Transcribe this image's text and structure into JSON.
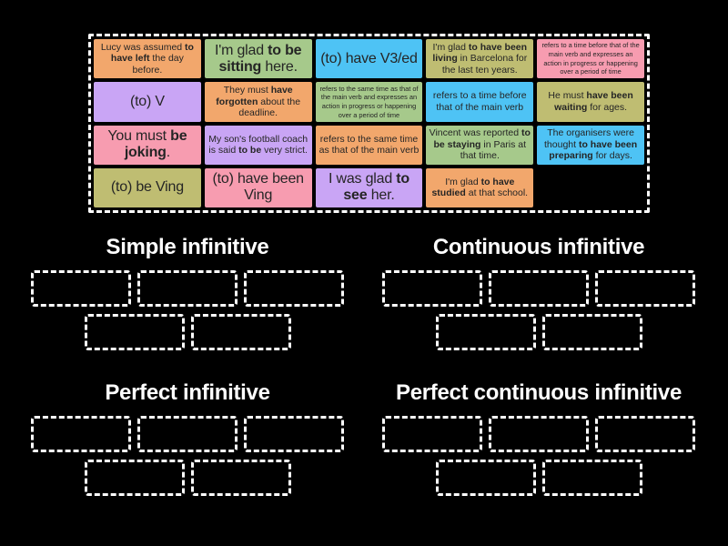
{
  "page": {
    "background": "#000000"
  },
  "palette": {
    "orange": "#f2a76c",
    "green": "#a6c98b",
    "blue": "#4ec3f5",
    "olive": "#bfbd72",
    "pink": "#f79cb0",
    "purple": "#c9a5f5",
    "card_text": "#252525",
    "pool_border": "#ffffff",
    "slot_border": "#ffffff",
    "title_text": "#ffffff"
  },
  "card_pool": {
    "columns": 5,
    "rows": 4,
    "cards": [
      {
        "color": "orange",
        "size": "md",
        "segments": [
          {
            "t": "Lucy was assumed ",
            "b": false
          },
          {
            "t": "to have left",
            "b": true
          },
          {
            "t": " the day before.",
            "b": false
          }
        ]
      },
      {
        "color": "green",
        "size": "lg",
        "segments": [
          {
            "t": "I'm glad ",
            "b": false
          },
          {
            "t": "to be sitting",
            "b": true
          },
          {
            "t": " here.",
            "b": false
          }
        ]
      },
      {
        "color": "blue",
        "size": "lg",
        "segments": [
          {
            "t": "(to) have V3/ed",
            "b": false
          }
        ]
      },
      {
        "color": "olive",
        "size": "md",
        "segments": [
          {
            "t": "I'm glad ",
            "b": false
          },
          {
            "t": "to have been living",
            "b": true
          },
          {
            "t": " in Barcelona for the last ten years.",
            "b": false
          }
        ]
      },
      {
        "color": "pink",
        "size": "sm",
        "segments": [
          {
            "t": "refers to a time before that of the main verb and expresses an action in progress or happening over a period of time",
            "b": false
          }
        ]
      },
      {
        "color": "purple",
        "size": "lg",
        "segments": [
          {
            "t": "(to) V",
            "b": false
          }
        ]
      },
      {
        "color": "orange",
        "size": "md",
        "segments": [
          {
            "t": "They must ",
            "b": false
          },
          {
            "t": "have forgotten",
            "b": true
          },
          {
            "t": " about the deadline.",
            "b": false
          }
        ]
      },
      {
        "color": "green",
        "size": "sm",
        "segments": [
          {
            "t": "refers to the same time as that of the main verb and expresses an action in progress or happening over a period of time",
            "b": false
          }
        ]
      },
      {
        "color": "blue",
        "size": "md",
        "segments": [
          {
            "t": "refers to a time before that of the main verb",
            "b": false
          }
        ]
      },
      {
        "color": "olive",
        "size": "md",
        "segments": [
          {
            "t": "He must ",
            "b": false
          },
          {
            "t": "have been waiting",
            "b": true
          },
          {
            "t": " for ages.",
            "b": false
          }
        ]
      },
      {
        "color": "pink",
        "size": "lg",
        "segments": [
          {
            "t": "You must ",
            "b": false
          },
          {
            "t": "be joking",
            "b": true
          },
          {
            "t": ".",
            "b": false
          }
        ]
      },
      {
        "color": "purple",
        "size": "md",
        "segments": [
          {
            "t": "My son's football coach is said ",
            "b": false
          },
          {
            "t": "to be",
            "b": true
          },
          {
            "t": " very strict.",
            "b": false
          }
        ]
      },
      {
        "color": "orange",
        "size": "md",
        "segments": [
          {
            "t": "refers to the same time as that of the main verb",
            "b": false
          }
        ]
      },
      {
        "color": "green",
        "size": "md",
        "segments": [
          {
            "t": "Vincent was reported ",
            "b": false
          },
          {
            "t": "to be staying",
            "b": true
          },
          {
            "t": " in Paris at that time.",
            "b": false
          }
        ]
      },
      {
        "color": "blue",
        "size": "md",
        "segments": [
          {
            "t": "The organisers were thought ",
            "b": false
          },
          {
            "t": "to have been preparing",
            "b": true
          },
          {
            "t": " for days.",
            "b": false
          }
        ]
      },
      {
        "color": "olive",
        "size": "lg",
        "segments": [
          {
            "t": "(to) be Ving",
            "b": false
          }
        ]
      },
      {
        "color": "pink",
        "size": "lg",
        "segments": [
          {
            "t": "(to) have been Ving",
            "b": false
          }
        ]
      },
      {
        "color": "purple",
        "size": "lg",
        "segments": [
          {
            "t": "I was glad ",
            "b": false
          },
          {
            "t": "to see",
            "b": true
          },
          {
            "t": " her.",
            "b": false
          }
        ]
      },
      {
        "color": "orange",
        "size": "md",
        "segments": [
          {
            "t": "I'm glad ",
            "b": false
          },
          {
            "t": "to have studied",
            "b": true
          },
          {
            "t": " at that school.",
            "b": false
          }
        ]
      }
    ]
  },
  "groups": [
    {
      "label": "Simple infinitive",
      "slots_row1": 3,
      "slots_row2": 2
    },
    {
      "label": "Continuous infinitive",
      "slots_row1": 3,
      "slots_row2": 2
    },
    {
      "label": "Perfect infinitive",
      "slots_row1": 3,
      "slots_row2": 2
    },
    {
      "label": "Perfect continuous infinitive",
      "slots_row1": 3,
      "slots_row2": 2
    }
  ]
}
